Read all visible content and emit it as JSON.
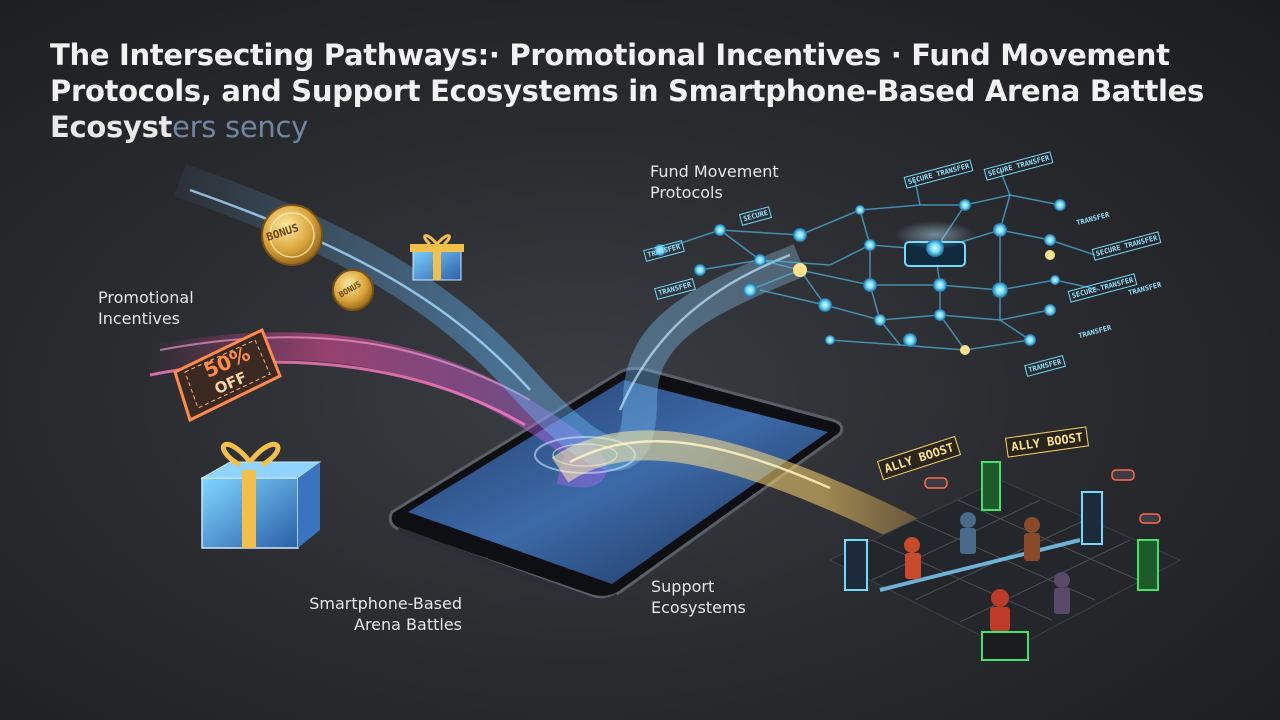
{
  "title": {
    "line1": "The Intersecting Pathways:· Promotional Incentives · Fund Movement",
    "line2": "Protocols, and Support Ecosystems in Smartphone-Based Arena Battles",
    "line3_a": "Ecosyst",
    "line3_b": "ers sency"
  },
  "labels": {
    "promo_1": "Promotional",
    "promo_2": "Incentives",
    "fund_1": "Fund Movement",
    "fund_2": "Protocols",
    "phone_1": "Smartphone-Based",
    "phone_2": "Arena Battles",
    "support_1": "Support",
    "support_2": "Ecosystems"
  },
  "coin_text": "BONUS",
  "coupon": {
    "percent": "50%",
    "off": "OFF"
  },
  "transfer_tags": [
    "SECURE TRANSFER",
    "SECURE TRANSFER",
    "TRANSFER",
    "SECURE",
    "TRANSFER",
    "SECURE TRANSFER",
    "TRANSFER",
    "SECURE TRANSFER",
    "TRANSFER",
    "TRANSFER",
    "TRANSFER"
  ],
  "ally_boost": [
    "ALLY BOOST",
    "ALLY BOOST"
  ],
  "colors": {
    "pink_stream": "#ff4fa8",
    "blue_stream": "#5fb8ff",
    "gold_stream": "#ffd46a",
    "node_cyan": "#6fdcff",
    "green_screen": "#3fe36a"
  }
}
